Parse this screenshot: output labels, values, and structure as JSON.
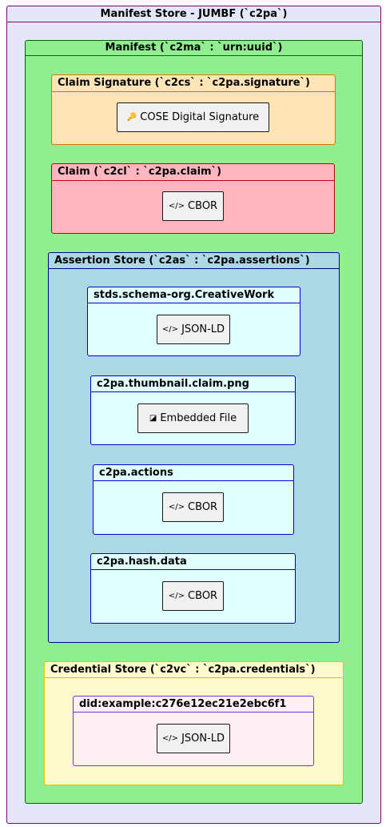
{
  "manifest_store": {
    "title": "Manifest Store - JUMBF (`c2pa`)",
    "manifest": {
      "title": "Manifest (`c2ma` : `urn:uuid`)",
      "claim_signature": {
        "title": "Claim Signature (`c2cs` : `c2pa.signature`)",
        "leaf": {
          "icon": "🔑",
          "icon_name": "key-icon",
          "label": "COSE Digital Signature"
        }
      },
      "claim": {
        "title": "Claim (`c2cl` : `c2pa.claim`)",
        "leaf": {
          "icon": "</>",
          "icon_name": "code-icon",
          "label": "CBOR"
        }
      },
      "assertion_store": {
        "title": "Assertion Store (`c2as` : `c2pa.assertions`)",
        "assertions": [
          {
            "title": "stds.schema-org.CreativeWork",
            "leaf": {
              "icon": "</>",
              "icon_name": "code-icon",
              "label": "JSON-LD"
            }
          },
          {
            "title": "c2pa.thumbnail.claim.png",
            "leaf": {
              "icon": "◪",
              "icon_name": "image-icon",
              "label": "Embedded File"
            }
          },
          {
            "title": "c2pa.actions",
            "leaf": {
              "icon": "</>",
              "icon_name": "code-icon",
              "label": "CBOR"
            }
          },
          {
            "title": "c2pa.hash.data",
            "leaf": {
              "icon": "</>",
              "icon_name": "code-icon",
              "label": "CBOR"
            }
          }
        ]
      },
      "credential_store": {
        "title": "Credential Store (`c2vc` : `c2pa.credentials`)",
        "credential": {
          "title": "did:example:c276e12ec21e2ebc6f1",
          "leaf": {
            "icon": "</>",
            "icon_name": "code-icon",
            "label": "JSON-LD"
          }
        }
      }
    }
  },
  "colors": {
    "manifest_store_bg": "#e6e6fa",
    "manifest_bg": "#90ee90",
    "claim_signature_bg": "#ffe4b5",
    "claim_bg": "#ffb6c1",
    "assertion_store_bg": "#add8e6",
    "assertion_bg": "#e0ffff",
    "credential_store_bg": "#fffacd",
    "credential_bg": "#fff0f5"
  }
}
